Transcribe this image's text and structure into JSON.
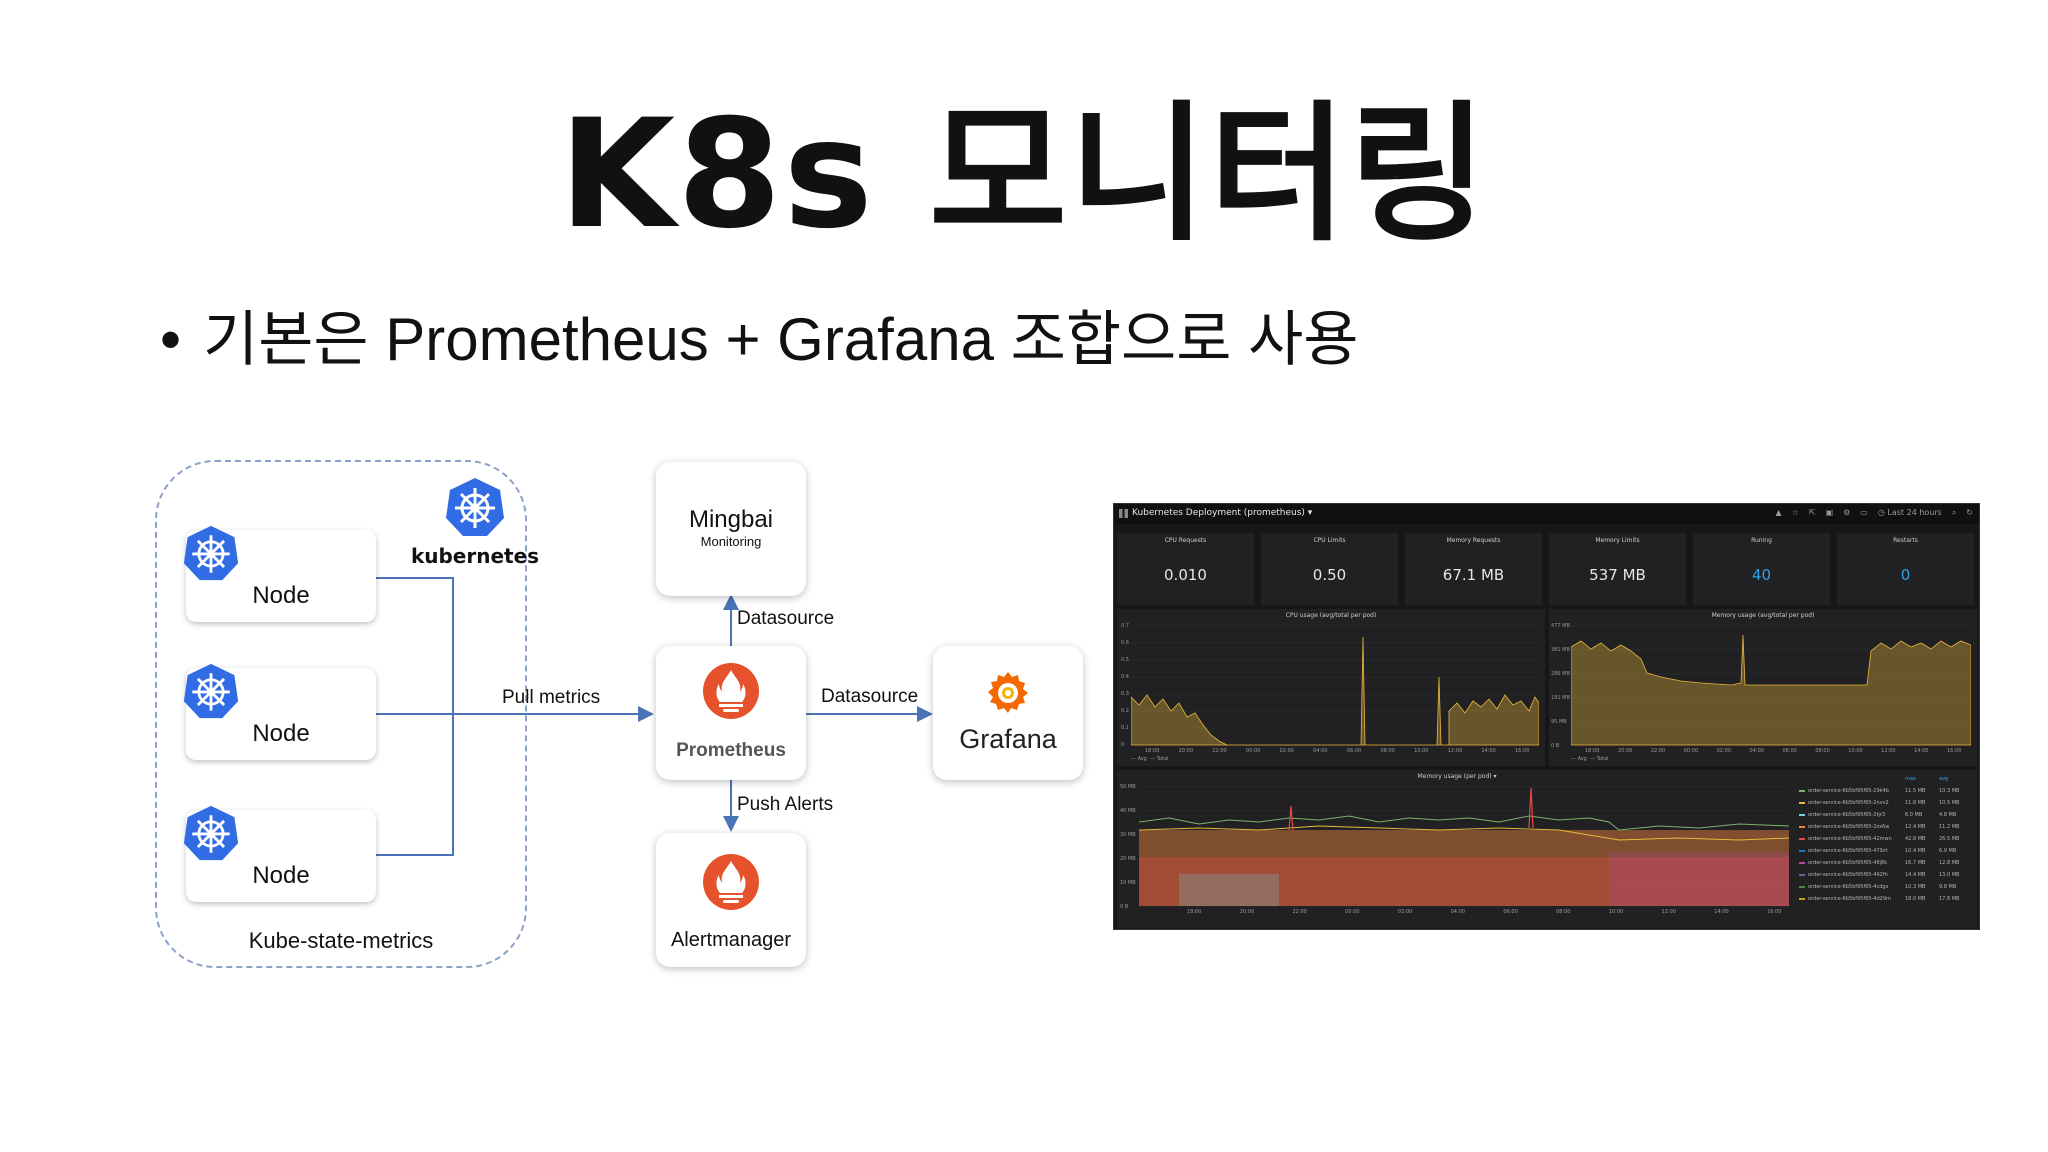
{
  "slide": {
    "title": "K8s 모니터링",
    "bullet": "기본은 Prometheus + Grafana 조합으로 사용"
  },
  "diagram": {
    "cluster_label": "Kube-state-metrics",
    "k8s_label": "kubernetes",
    "nodes": [
      "Node",
      "Node",
      "Node"
    ],
    "mingbai": {
      "title": "Mingbai",
      "subtitle": "Monitoring"
    },
    "prometheus": "Prometheus",
    "grafana": "Grafana",
    "alertmanager": "Alertmanager",
    "edges": {
      "pull_metrics": "Pull metrics",
      "datasource_up": "Datasource",
      "datasource_right": "Datasource",
      "push_alerts": "Push Alerts"
    },
    "colors": {
      "k8s_blue": "#326ce5",
      "prometheus_orange": "#e6522c",
      "grafana_orange": "#f46800",
      "edge_blue": "#4a74b5"
    }
  },
  "dashboard": {
    "title": "Kubernetes Deployment (prometheus) ▾",
    "time_range": "Last 24 hours",
    "stats": [
      {
        "title": "CPU Requests",
        "value": "0.010"
      },
      {
        "title": "CPU Limits",
        "value": "0.50"
      },
      {
        "title": "Memory Requests",
        "value": "67.1 MB"
      },
      {
        "title": "Memory Limits",
        "value": "537 MB"
      },
      {
        "title": "Runing",
        "value": "40"
      },
      {
        "title": "Restarts",
        "value": "0"
      }
    ],
    "panels": {
      "cpu": "CPU usage (avg/total per pod)",
      "memory": "Memory usage (avg/total per pod)",
      "memory_pod": "Memory usage (per pod) ▾"
    },
    "cpu_y": [
      "0.7",
      "0.6",
      "0.5",
      "0.4",
      "0.3",
      "0.2",
      "0.1",
      "0"
    ],
    "mem_y": [
      "477 MB",
      "381 MB",
      "286 MB",
      "191 MB",
      "95 MB",
      "0 B"
    ],
    "pod_y": [
      "50 MB",
      "40 MB",
      "30 MB",
      "20 MB",
      "10 MB",
      "0 B"
    ],
    "time_x": [
      "18:00",
      "20:00",
      "22:00",
      "00:00",
      "02:00",
      "04:00",
      "06:00",
      "08:00",
      "10:00",
      "12:00",
      "14:00",
      "16:00"
    ],
    "legend_small": [
      "— Avg",
      "— Total"
    ],
    "legend_head": [
      "max",
      "avg"
    ],
    "legend": [
      {
        "name": "order-service-6b5bf95f65-29k4b",
        "max": "11.5 MB",
        "avg": "10.3 MB",
        "color": "#7eb26d"
      },
      {
        "name": "order-service-6b5bf95f65-2nvv2",
        "max": "11.8 MB",
        "avg": "10.5 MB",
        "color": "#eab839"
      },
      {
        "name": "order-service-6b5bf95f65-2tjr3",
        "max": "6.0 MB",
        "avg": "4.8 MB",
        "color": "#6ed0e0"
      },
      {
        "name": "order-service-6b5bf95f65-2zx6w",
        "max": "12.4 MB",
        "avg": "11.2 MB",
        "color": "#ef843c"
      },
      {
        "name": "order-service-6b5bf95f65-42mwn",
        "max": "42.8 MB",
        "avg": "26.5 MB",
        "color": "#e24d42"
      },
      {
        "name": "order-service-6b5bf95f65-479zt",
        "max": "10.4 MB",
        "avg": "6.9 MB",
        "color": "#1f78c1"
      },
      {
        "name": "order-service-6b5bf95f65-48j8k",
        "max": "16.7 MB",
        "avg": "12.8 MB",
        "color": "#ba43a9"
      },
      {
        "name": "order-service-6b5bf95f65-492fh",
        "max": "14.4 MB",
        "avg": "13.0 MB",
        "color": "#705da0"
      },
      {
        "name": "order-service-6b5bf95f65-4cdgs",
        "max": "10.3 MB",
        "avg": "9.8 MB",
        "color": "#508642"
      },
      {
        "name": "order-service-6b5bf95f65-4d29m",
        "max": "18.0 MB",
        "avg": "17.8 MB",
        "color": "#cca300"
      }
    ]
  }
}
